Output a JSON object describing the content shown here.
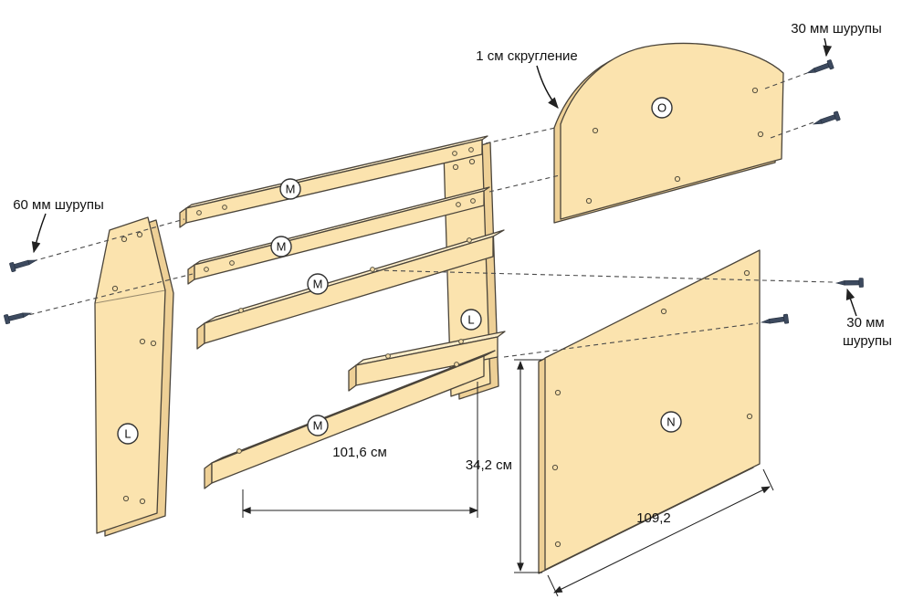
{
  "annotations": {
    "screws_30_top": "30 мм шурупы",
    "fillet_note": "1 см скругление",
    "screws_60_left": "60 мм шурупы",
    "screws_30_right_line1": "30 мм",
    "screws_30_right_line2": "шурупы"
  },
  "dimensions": {
    "slat_length": "101,6 см",
    "panel_height": "34,2 см",
    "panel_width": "109,2"
  },
  "part_labels": {
    "side_panel": "L",
    "slat": "M",
    "bottom_panel": "N",
    "back_panel": "O"
  },
  "colors": {
    "wood_face": "#fbe3ae",
    "wood_side": "#eed096",
    "wood_top": "#fdedc8",
    "outline": "#4a443a",
    "screw": "#3d4a5f",
    "line": "#222222",
    "text": "#111111",
    "background": "#ffffff"
  }
}
